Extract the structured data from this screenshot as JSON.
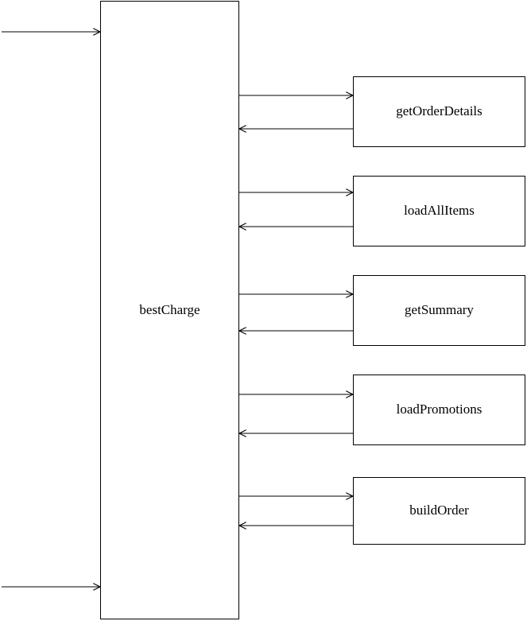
{
  "diagram": {
    "main": {
      "label": "bestCharge"
    },
    "functions": [
      {
        "label": "getOrderDetails"
      },
      {
        "label": "loadAllItems"
      },
      {
        "label": "getSummary"
      },
      {
        "label": "loadPromotions"
      },
      {
        "label": "buildOrder"
      }
    ],
    "colors": {
      "stroke": "#000000",
      "background": "#ffffff",
      "text": "#000000"
    }
  }
}
